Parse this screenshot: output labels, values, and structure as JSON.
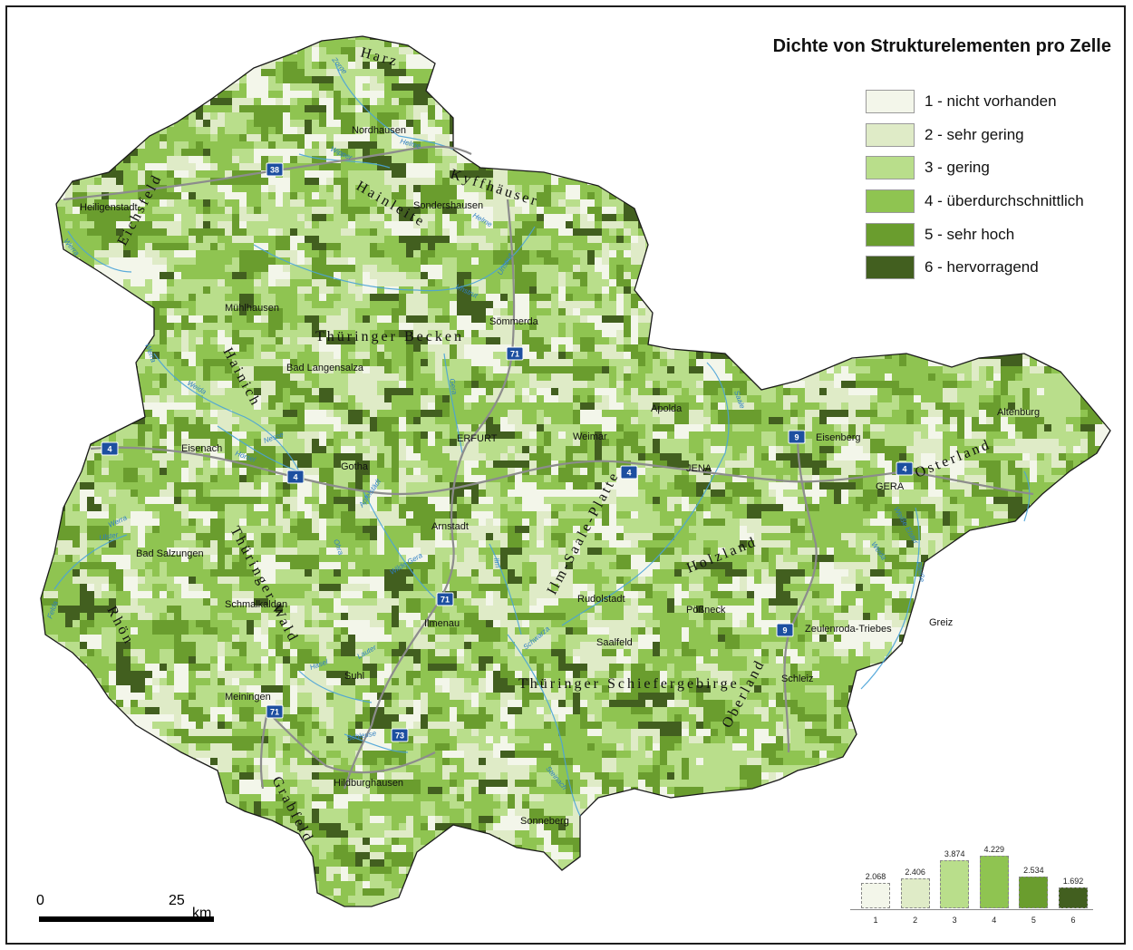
{
  "title": "Dichte von Strukturelementen pro Zelle",
  "legend": [
    {
      "label": "1 - nicht vorhanden",
      "color": "#f3f6ea"
    },
    {
      "label": "2 - sehr gering",
      "color": "#dfebc7"
    },
    {
      "label": "3 - gering",
      "color": "#b9de8b"
    },
    {
      "label": "4 - überdurchschnittlich",
      "color": "#8fc451"
    },
    {
      "label": "5 - sehr hoch",
      "color": "#6a9d2e"
    },
    {
      "label": "6 - hervorragend",
      "color": "#425f1f"
    }
  ],
  "scale": {
    "zero": "0",
    "end": "25",
    "unit": "km"
  },
  "chart_data": {
    "type": "bar",
    "categories": [
      "1",
      "2",
      "3",
      "4",
      "5",
      "6"
    ],
    "values": [
      2.068,
      2.406,
      3.874,
      4.229,
      2.534,
      1.692
    ],
    "value_labels": [
      "2.068",
      "2.406",
      "3.874",
      "4.229",
      "2.534",
      "1.692"
    ]
  },
  "cities": [
    "Nordhausen",
    "Heiligenstadt",
    "Sondershausen",
    "Mühlhausen",
    "Sömmerda",
    "Bad Langensalza",
    "Apolda",
    "Altenburg",
    "Eisenach",
    "ERFURT",
    "Weimar",
    "Eisenberg",
    "Gotha",
    "JENA",
    "GERA",
    "Arnstadt",
    "Bad Salzungen",
    "Rudolstadt",
    "Schmalkalden",
    "Pößneck",
    "Zeulenroda-Triebes",
    "Greiz",
    "Ilmenau",
    "Saalfeld",
    "Suhl",
    "Schleiz",
    "Meiningen",
    "Hildburghausen",
    "Sonneberg"
  ],
  "regions": [
    "Harz",
    "Kyffhäuser",
    "Eichsfeld",
    "Hainleite",
    "Thüringer Becken",
    "Hainich",
    "Osterland",
    "Ilm-Saale-Platte",
    "Holzland",
    "Thüringer Wald",
    "Rhön",
    "Thüringer Schiefergebirge",
    "Oberland",
    "Grabfeld"
  ],
  "rivers": [
    "Zorge",
    "Helme",
    "Wipper",
    "Helme",
    "Unstrut",
    "Werra",
    "Unstrut",
    "Werra",
    "Weida",
    "Gera",
    "Hörsel",
    "Nesse",
    "Apfelstädt",
    "Saale",
    "Werra",
    "Ohra",
    "Wilde Gera",
    "Ilm",
    "Weiße Elster",
    "Weida",
    "Schwarza",
    "Hasel",
    "Lauter",
    "Schleuse",
    "Steinach",
    "Pleiße",
    "Felda",
    "Ulster"
  ],
  "roads": [
    "38",
    "71",
    "4",
    "4",
    "9",
    "4",
    "4",
    "71",
    "9",
    "71",
    "73"
  ]
}
